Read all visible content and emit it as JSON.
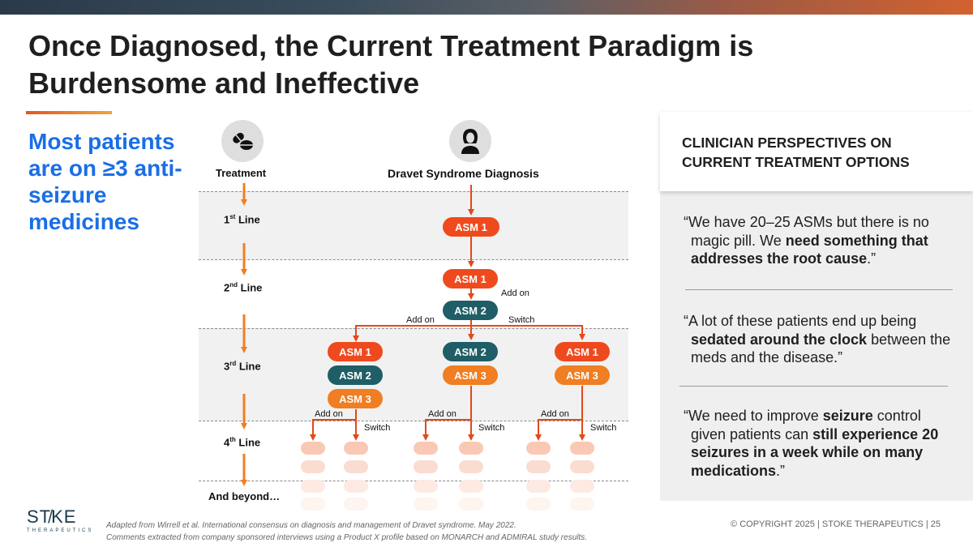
{
  "title": "Once Diagnosed, the Current Treatment Paradigm is Burdensome and Ineffective",
  "headline": "Most patients are on ≥3 anti-seizure medicines",
  "diagram": {
    "treatment_label": "Treatment",
    "diagnosis_label": "Dravet Syndrome Diagnosis",
    "lines": {
      "first": {
        "num": "1",
        "sup": "st",
        "word": "Line"
      },
      "second": {
        "num": "2",
        "sup": "nd",
        "word": "Line"
      },
      "third": {
        "num": "3",
        "sup": "rd",
        "word": "Line"
      },
      "fourth": {
        "num": "4",
        "sup": "th",
        "word": "Line"
      },
      "beyond": "And beyond…"
    },
    "nodes": {
      "first_asm1": "ASM 1",
      "second_asm1": "ASM 1",
      "second_asm2": "ASM 2",
      "third_left_1": "ASM 1",
      "third_left_2": "ASM 2",
      "third_left_3": "ASM 3",
      "third_mid_1": "ASM 2",
      "third_mid_2": "ASM 3",
      "third_right_1": "ASM 1",
      "third_right_2": "ASM 3"
    },
    "edge_labels": {
      "add_on": "Add on",
      "switch": "Switch"
    }
  },
  "panel": {
    "title": "CLINICIAN PERSPECTIVES ON CURRENT TREATMENT OPTIONS",
    "quote1": {
      "a": "“We have 20–25 ASMs but there is no magic pill. We ",
      "b": "need something that addresses the root cause",
      "c": ".”"
    },
    "quote2": {
      "a": "“A lot of these patients end up being ",
      "b": "sedated around the clock",
      "c": " between the meds and the disease.”"
    },
    "quote3": {
      "a": "“We need to improve ",
      "b": "seizure",
      "c": " control given patients can ",
      "d": "still experience 20 seizures in a week while on many medications",
      "e": ".”"
    }
  },
  "footer": {
    "logo_main": "ST̸KE",
    "logo_sub": "THERAPEUTICS",
    "note1": "Adapted from Wirrell et al. International consensus on diagnosis and management of Dravet syndrome. May 2022.",
    "note2": "Comments extracted from company sponsored interviews using a Product X profile based on MONARCH and ADMIRAL study results.",
    "copyright": "© COPYRIGHT 2025   |  STOKE THERAPEUTICS  |  25"
  },
  "colors": {
    "accent_blue": "#1a6ee6",
    "red": "#ee4a1e",
    "teal": "#1f5e66",
    "orange": "#f07e22",
    "arrow": "#f07e22"
  },
  "icons": [
    "pills-icon",
    "person-icon"
  ]
}
